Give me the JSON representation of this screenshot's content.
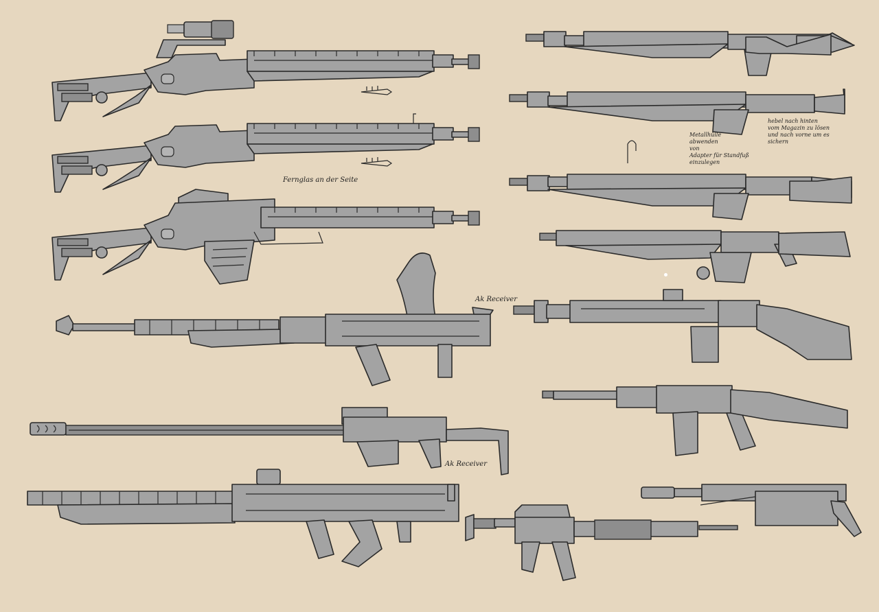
{
  "canvas": {
    "background": "#E6D7BF",
    "weapon_fill": "#A3A3A3",
    "outline": "#2A2A2A"
  },
  "annotations": {
    "scope_side": "Fernglas an der Seite",
    "ak_receiver_1": "Ak Receiver",
    "ak_receiver_2": "Ak Receiver",
    "handguard_note": "Metallhülle\nabwenden\nvon\nAdapter für Standfuß\neinzulegen",
    "mag_note": "hebel nach hinten\nvom Magazin zu lösen\nund nach vorne um es\nsichern"
  },
  "weapons": [
    {
      "id": "scoped-rifle-1",
      "column": "left",
      "row": 1
    },
    {
      "id": "scoped-rifle-2",
      "column": "left",
      "row": 2
    },
    {
      "id": "scoped-rifle-mag",
      "column": "left",
      "row": 3
    },
    {
      "id": "lmg-drum-mag",
      "column": "left",
      "row": 4
    },
    {
      "id": "long-barrel-sniper",
      "column": "left",
      "row": 5
    },
    {
      "id": "ak-long-handguard",
      "column": "left",
      "row": 6
    },
    {
      "id": "battle-rifle-1",
      "column": "right",
      "row": 1
    },
    {
      "id": "battle-rifle-2",
      "column": "right",
      "row": 2
    },
    {
      "id": "battle-rifle-3",
      "column": "right",
      "row": 3
    },
    {
      "id": "battle-rifle-4",
      "column": "right",
      "row": 4
    },
    {
      "id": "dmr-thumbhole",
      "column": "right",
      "row": 5
    },
    {
      "id": "ak-carbine",
      "column": "right",
      "row": 6
    },
    {
      "id": "m16-taped",
      "column": "right",
      "row": 7
    },
    {
      "id": "compact-rifle",
      "column": "right",
      "row": 8
    }
  ]
}
